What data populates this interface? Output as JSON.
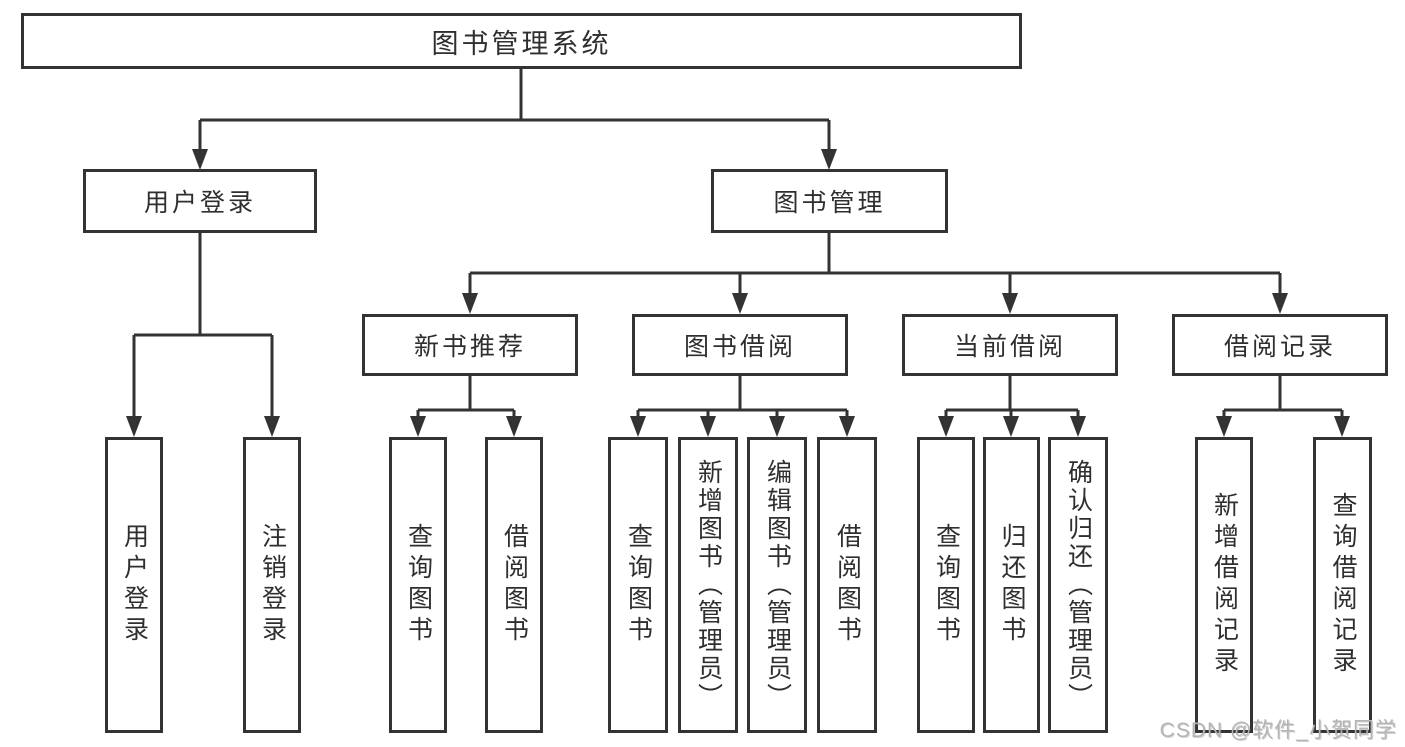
{
  "diagram": {
    "type": "hierarchy-tree",
    "orientation": "top-down",
    "tree": {
      "label": "图书管理系统",
      "children": [
        {
          "label": "用户登录",
          "children": [
            {
              "label": "用户登录"
            },
            {
              "label": "注销登录"
            }
          ]
        },
        {
          "label": "图书管理",
          "children": [
            {
              "label": "新书推荐",
              "children": [
                {
                  "label": "查询图书"
                },
                {
                  "label": "借阅图书"
                }
              ]
            },
            {
              "label": "图书借阅",
              "children": [
                {
                  "label": "查询图书"
                },
                {
                  "label": "新增图书（管理员）"
                },
                {
                  "label": "编辑图书（管理员）"
                },
                {
                  "label": "借阅图书"
                }
              ]
            },
            {
              "label": "当前借阅",
              "children": [
                {
                  "label": "查询图书"
                },
                {
                  "label": "归还图书"
                },
                {
                  "label": "确认归还（管理员）"
                }
              ]
            },
            {
              "label": "借阅记录",
              "children": [
                {
                  "label": "新增借阅记录"
                },
                {
                  "label": "查询借阅记录"
                }
              ]
            }
          ]
        }
      ]
    },
    "colors": {
      "line": "#333333",
      "box_border": "#333333",
      "box_background": "#ffffff",
      "text": "#2f2f2f",
      "watermark": "#b5b5b5"
    }
  },
  "watermark": {
    "text": "CSDN @软件_小贺同学"
  }
}
